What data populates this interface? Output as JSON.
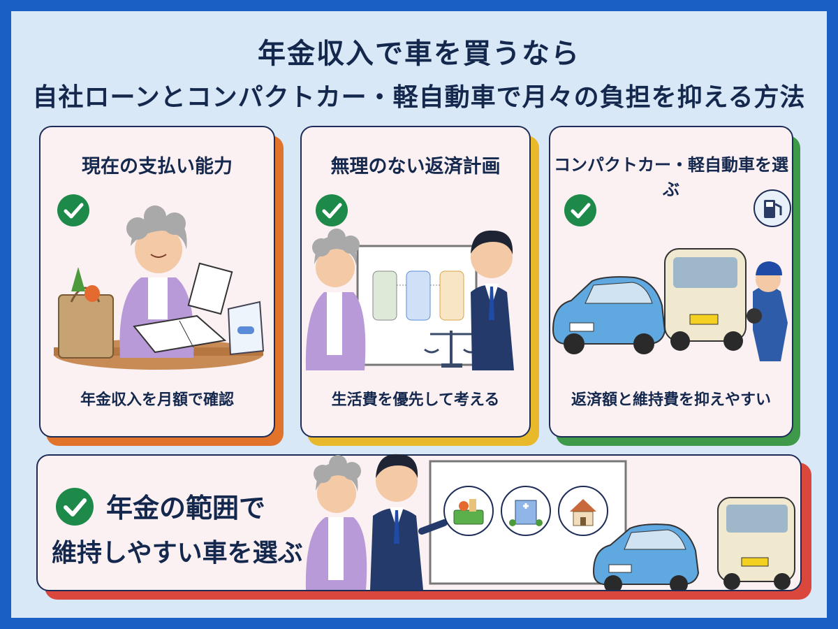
{
  "title": {
    "line1": "年金収入で車を買うなら",
    "line2": "自社ローンとコンパクトカー・軽自動車で月々の負担を抑える方法"
  },
  "cards": [
    {
      "heading": "現在の支払い能力",
      "caption": "年金収入を月額で確認",
      "accent": "#e2732b"
    },
    {
      "heading": "無理のない返済計画",
      "caption": "生活費を優先して考える",
      "accent": "#e8b92a"
    },
    {
      "heading": "コンパクトカー・軽自動車を選ぶ",
      "caption": "返済額と維持費を抑えやすい",
      "accent": "#3e9a4a"
    }
  ],
  "bottom": {
    "line1": "年金の範囲で",
    "line2": "維持しやすい車を選ぶ",
    "accent": "#d9473d"
  },
  "colors": {
    "frame": "#1a5fc4",
    "background": "#d9e8f6",
    "card": "#fbf1f3",
    "check": "#1e8a4a",
    "text": "#14284e"
  },
  "icons": [
    "check-icon",
    "fuel-pump-icon",
    "grocery-basket-icon",
    "hospital-icon",
    "house-icon",
    "scale-icon"
  ]
}
